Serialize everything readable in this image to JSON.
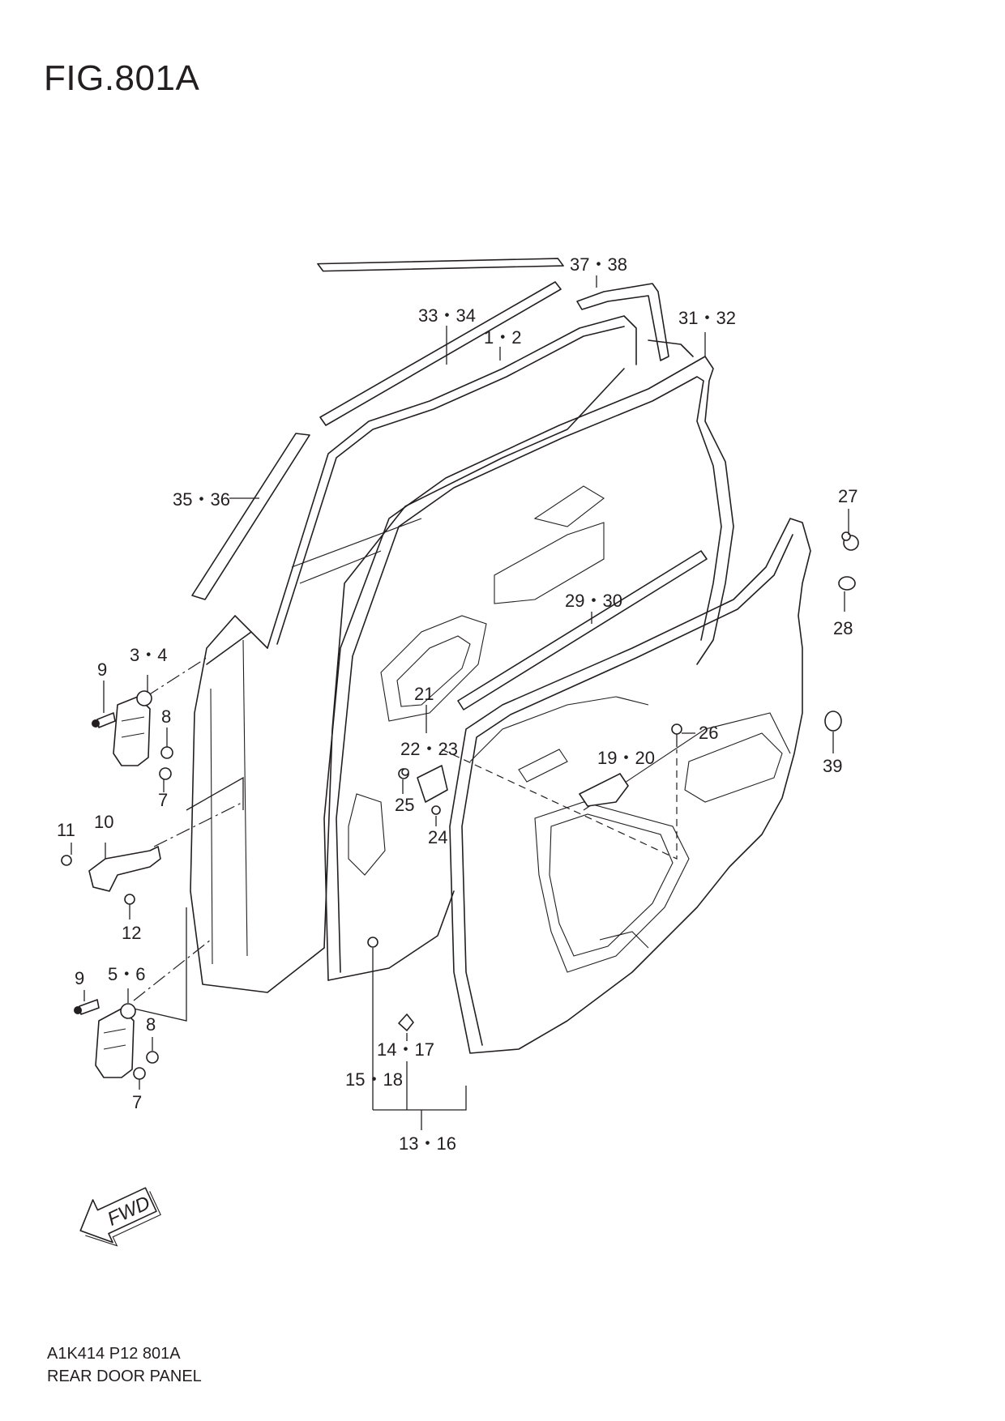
{
  "figure": {
    "title": "FIG.801A",
    "code": "A1K414 P12 801A",
    "name": "REAR DOOR PANEL"
  },
  "fwd_label": "FWD",
  "callouts": [
    {
      "id": "c-37-38",
      "label": "37・38"
    },
    {
      "id": "c-33-34",
      "label": "33・34"
    },
    {
      "id": "c-1-2",
      "label": "1・2"
    },
    {
      "id": "c-31-32",
      "label": "31・32"
    },
    {
      "id": "c-35-36",
      "label": "35・36"
    },
    {
      "id": "c-27",
      "label": "27"
    },
    {
      "id": "c-29-30",
      "label": "29・30"
    },
    {
      "id": "c-28",
      "label": "28"
    },
    {
      "id": "c-9a",
      "label": "9"
    },
    {
      "id": "c-3-4",
      "label": "3・4"
    },
    {
      "id": "c-8a",
      "label": "8"
    },
    {
      "id": "c-21",
      "label": "21"
    },
    {
      "id": "c-26",
      "label": "26"
    },
    {
      "id": "c-39",
      "label": "39"
    },
    {
      "id": "c-22-23",
      "label": "22・23"
    },
    {
      "id": "c-19-20",
      "label": "19・20"
    },
    {
      "id": "c-7a",
      "label": "7"
    },
    {
      "id": "c-25",
      "label": "25"
    },
    {
      "id": "c-11",
      "label": "11"
    },
    {
      "id": "c-10",
      "label": "10"
    },
    {
      "id": "c-24",
      "label": "24"
    },
    {
      "id": "c-12",
      "label": "12"
    },
    {
      "id": "c-5-6",
      "label": "5・6"
    },
    {
      "id": "c-9b",
      "label": "9"
    },
    {
      "id": "c-8b",
      "label": "8"
    },
    {
      "id": "c-14-17",
      "label": "14・17"
    },
    {
      "id": "c-15-18",
      "label": "15・18"
    },
    {
      "id": "c-7b",
      "label": "7"
    },
    {
      "id": "c-13-16",
      "label": "13・16"
    }
  ]
}
